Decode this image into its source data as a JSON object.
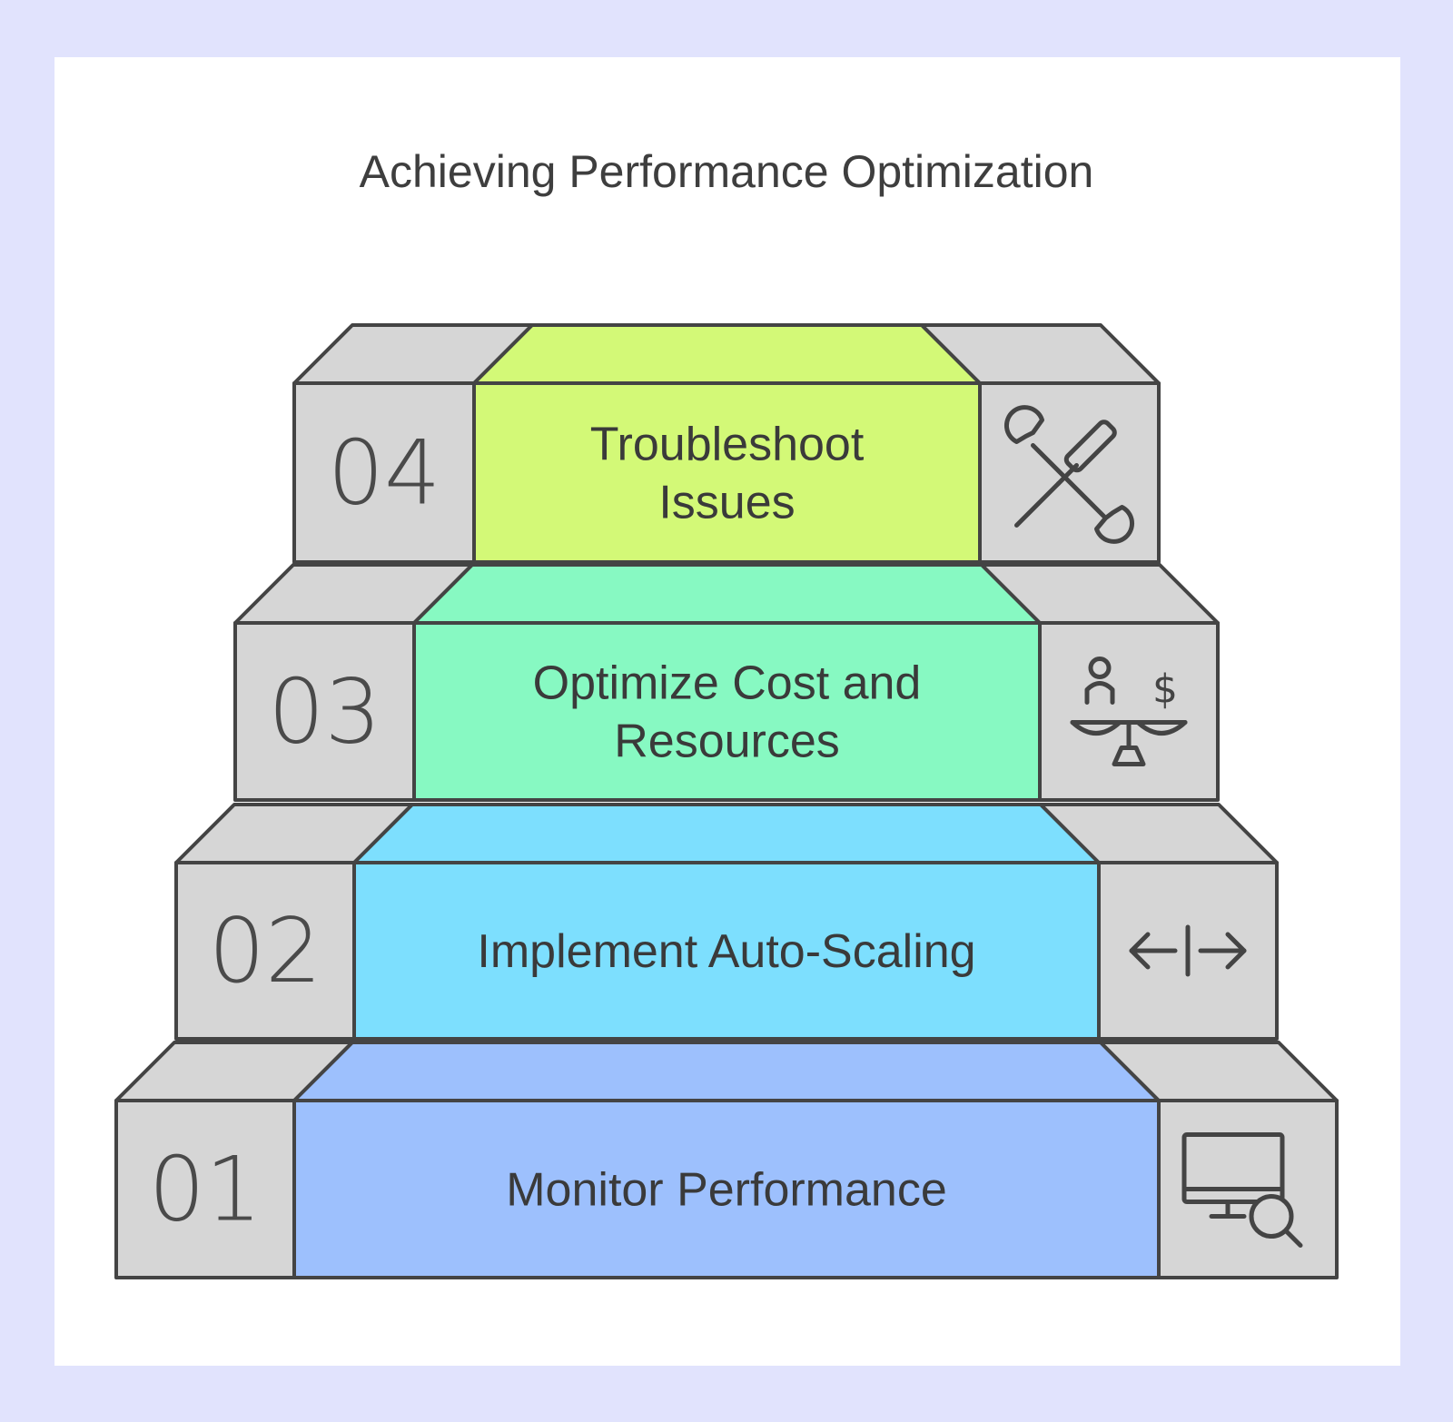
{
  "title": "Achieving Performance Optimization",
  "colors": {
    "background": "#e1e3fd",
    "card": "#ffffff",
    "side_block": "#d6d6d6",
    "outline": "#444444"
  },
  "steps": [
    {
      "number": "01",
      "label_lines": [
        "Monitor Performance"
      ],
      "color": "#9dc0fd",
      "icon": "monitor-search-icon"
    },
    {
      "number": "02",
      "label_lines": [
        "Implement Auto-Scaling"
      ],
      "color": "#7ddffe",
      "icon": "expand-arrows-icon"
    },
    {
      "number": "03",
      "label_lines": [
        "Optimize Cost and",
        "Resources"
      ],
      "color": "#87f9c2",
      "icon": "cost-balance-icon"
    },
    {
      "number": "04",
      "label_lines": [
        "Troubleshoot",
        "Issues"
      ],
      "color": "#d3f977",
      "icon": "wrench-screwdriver-icon"
    }
  ]
}
